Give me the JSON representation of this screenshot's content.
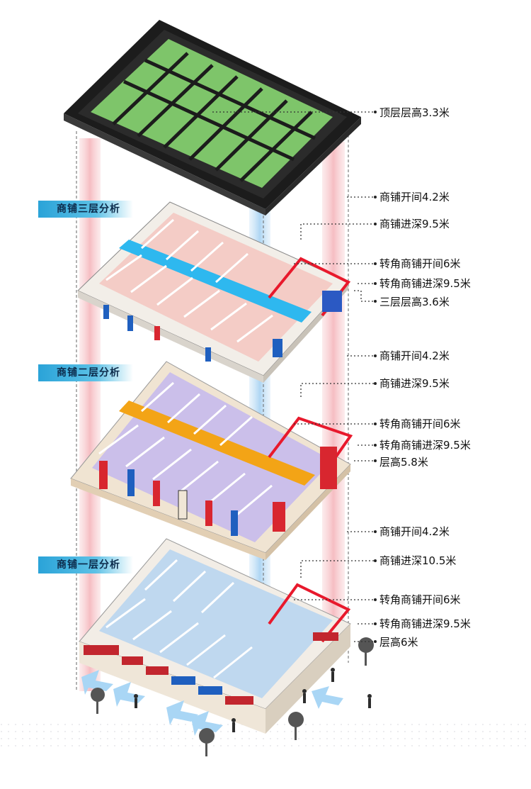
{
  "floor_tags": {
    "third": "商铺三层分析",
    "second": "商铺二层分析",
    "first": "商铺一层分析"
  },
  "top_floor": {
    "height": "顶层层高3.3米"
  },
  "third_floor": {
    "bay_width": "商铺开间4.2米",
    "depth": "商铺进深9.5米",
    "corner_bay_width": "转角商铺开间6米",
    "corner_depth": "转角商铺进深9.5米",
    "floor_height": "三层层高3.6米"
  },
  "second_floor": {
    "bay_width": "商铺开间4.2米",
    "depth": "商铺进深9.5米",
    "corner_bay_width": "转角商铺开间6米",
    "corner_depth": "转角商铺进深9.5米",
    "floor_height": "层高5.8米"
  },
  "first_floor": {
    "bay_width": "商铺开间4.2米",
    "depth": "商铺进深10.5米",
    "corner_bay_width": "转角商铺开间6米",
    "corner_depth": "转角商铺进深9.5米",
    "floor_height": "层高6米"
  },
  "colors": {
    "roof_green": "#7ec56a",
    "roof_frame": "#1c1c1c",
    "corridor_third": "#2eb8ef",
    "corridor_second": "#f3a416",
    "shops_third": "#f4c6c0",
    "shops_second": "#c4b8ef",
    "shops_first": "#b9d5ef",
    "corner_outline": "#e8192c",
    "column_pink": "#f7c9cc",
    "column_blue": "#bcdcf4",
    "tag_blue": "#2aa3d8",
    "arrow_blue": "#a9d6f5"
  }
}
